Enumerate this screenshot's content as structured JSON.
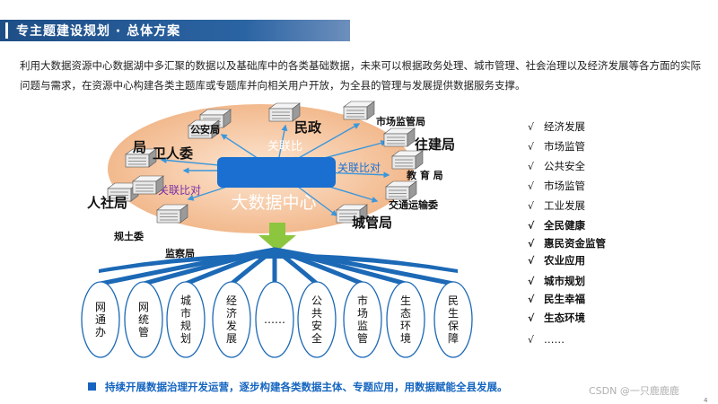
{
  "header": {
    "title": "专主题建设规划 · 总体方案"
  },
  "intro": "利用大数据资源中心数据湖中多汇聚的数据以及基础库中的各类基础数据，未来可以根据政务处理、城市管理、社会治理以及经济发展等各方面的实际问题与需求，在资源中心构建各类主题库或专题库并向相关用户开放，为全县的管理与发展提供数据服务支撑。",
  "diagram": {
    "center_label": "大数据中心",
    "relation_labels": [
      "关联比",
      "关联比对",
      "关联比对"
    ],
    "departments": [
      "公安局",
      "民政",
      "市场监管局",
      "卫人委",
      "局",
      "往建局",
      "教 育 局",
      "人社局",
      "交通运输委",
      "城管局",
      "规土委",
      "监察局"
    ],
    "topics": [
      "网\n通\n办",
      "网\n统\n管",
      "城\n市\n规\n划",
      "经\n济\n发\n展",
      "……",
      "公\n共\n安\n全",
      "市\n场\n监\n管",
      "生\n态\n环\n境",
      "民\n生\n保\n障"
    ],
    "colors": {
      "ellipse": "#f4c9a6",
      "center": "#1a6fd0",
      "arrow": "#3a97dc",
      "fan": "#1c69b6",
      "green_arrow": "#8cc63f"
    }
  },
  "checklist": [
    {
      "mark": "√",
      "label": "经济发展",
      "bold": false
    },
    {
      "mark": "√",
      "label": "市场监管",
      "bold": false
    },
    {
      "mark": "√",
      "label": "公共安全",
      "bold": false
    },
    {
      "mark": "√",
      "label": "市场监管",
      "bold": false
    },
    {
      "mark": "√",
      "label": "工业发展",
      "bold": false
    },
    {
      "mark": "√",
      "label": "全民健康",
      "bold": true
    },
    {
      "mark": "√",
      "label": "惠民资金监管",
      "bold": true
    },
    {
      "mark": "√",
      "label": "农业应用",
      "bold": true
    },
    {
      "mark": "√",
      "label": "城市规划",
      "bold": true
    },
    {
      "mark": "√",
      "label": "民生幸福",
      "bold": true
    },
    {
      "mark": "√",
      "label": "生态环境",
      "bold": true
    },
    {
      "mark": "√",
      "label": "……",
      "bold": false
    }
  ],
  "footer": "持续开展数据治理开发运营，逐步构建各类数据主体、专题应用，用数据赋能全县发展。",
  "watermark": "CSDN @一只鹿鹿鹿",
  "page_number": "4"
}
